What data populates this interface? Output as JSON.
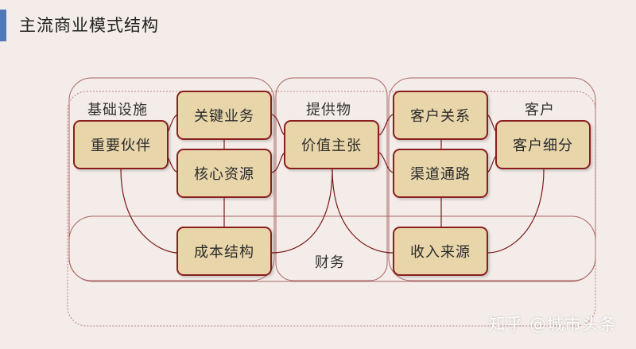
{
  "title": "主流商业模式结构",
  "labels": {
    "infrastructure": "基础设施",
    "offering": "提供物",
    "customer": "客户",
    "finance": "财务"
  },
  "boxes": {
    "key_partners": "重要伙伴",
    "key_activities": "关键业务",
    "key_resources": "核心资源",
    "value_proposition": "价值主张",
    "customer_relationships": "客户关系",
    "channels": "渠道通路",
    "customer_segments": "客户细分",
    "cost_structure": "成本结构",
    "revenue_streams": "收入来源"
  },
  "watermark": "知乎 @城市头条",
  "colors": {
    "accent": "#4f79b9",
    "box_fill": "#e8d6aa",
    "box_border": "#8a1e1e",
    "connector": "#7a1a1a"
  }
}
